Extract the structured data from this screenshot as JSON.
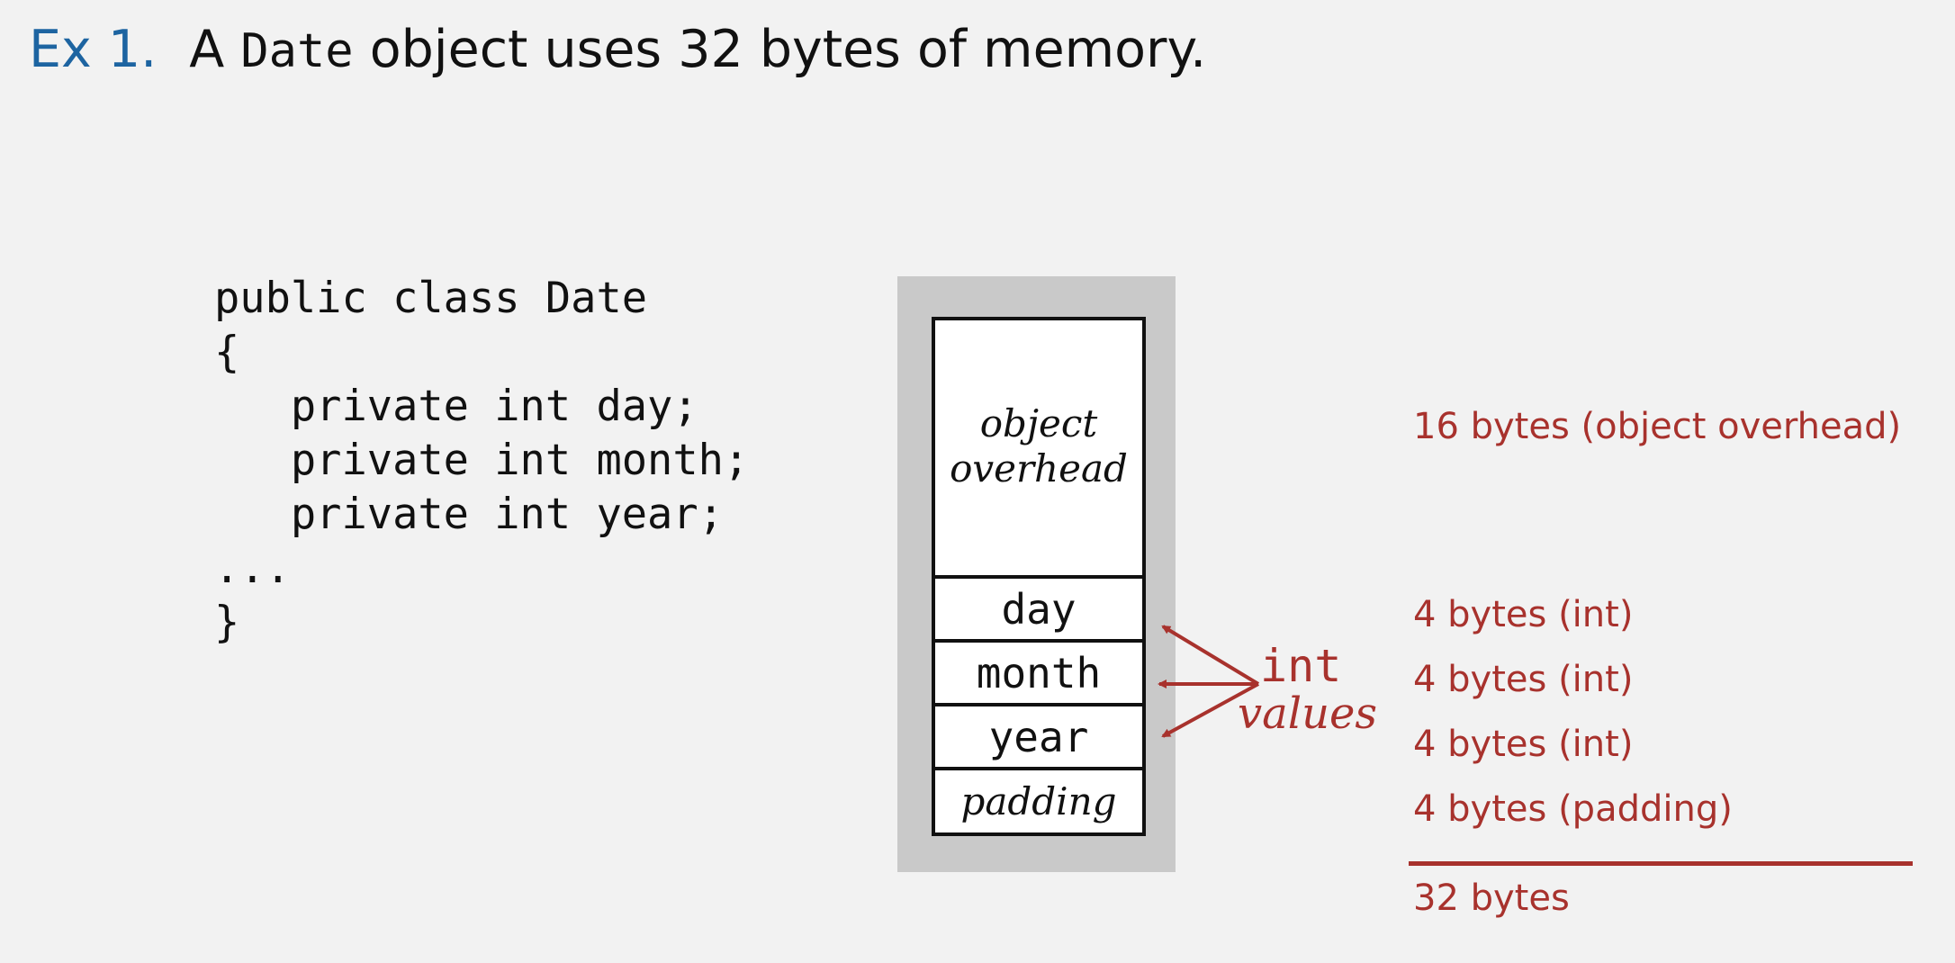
{
  "title": {
    "ex_label": "Ex 1.",
    "prefix": "A ",
    "class_name": "Date",
    "suffix": " object uses 32 bytes of memory."
  },
  "code_lines": [
    "public class Date",
    "{",
    "   private int day;",
    "   private int month;",
    "   private int year;",
    "...",
    "}"
  ],
  "memory": {
    "overhead_line1": "object",
    "overhead_line2": "overhead",
    "fields": [
      "day",
      "month",
      "year"
    ],
    "padding": "padding"
  },
  "annotation": {
    "type": "int",
    "word": "values"
  },
  "sizes": [
    "16 bytes (object overhead)",
    "4 bytes (int)",
    "4 bytes (int)",
    "4 bytes (int)",
    "4 bytes (padding)"
  ],
  "total": "32 bytes",
  "colors": {
    "title_ex": "#1d64a1",
    "accent": "#a8322d",
    "box_bg": "#c9c9c9"
  }
}
